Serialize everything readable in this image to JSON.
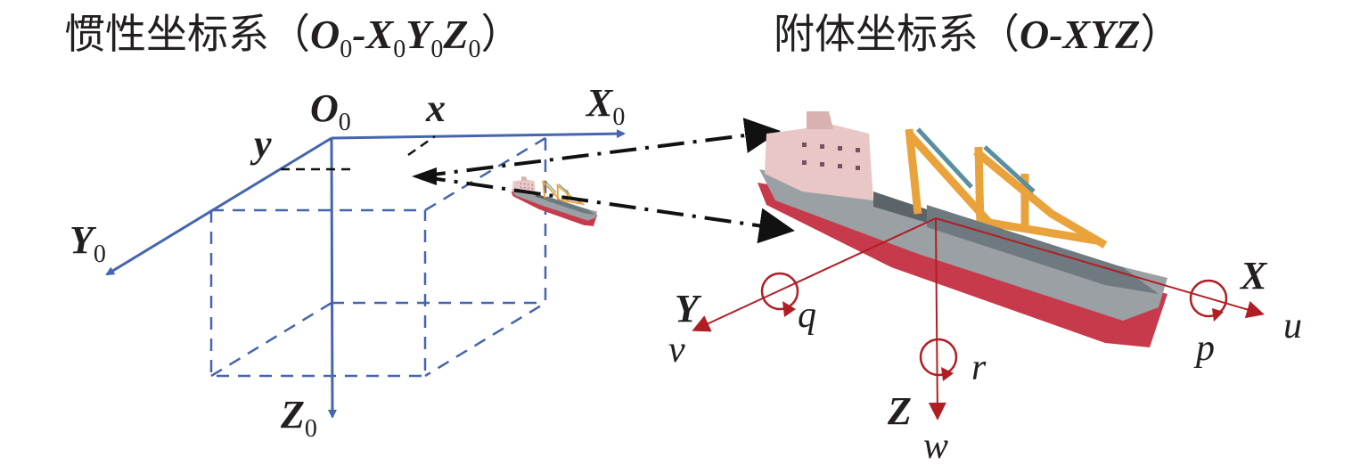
{
  "inertial_title": {
    "prefix": "惯性坐标系（",
    "O": "O",
    "O_sub": "0",
    "dash": "-",
    "X": "X",
    "X_sub": "0",
    "Y": "Y",
    "Y_sub": "0",
    "Z": "Z",
    "Z_sub": "0",
    "suffix": "）"
  },
  "body_title": {
    "prefix": "附体坐标系（",
    "axes": "O-XYZ",
    "suffix": "）"
  },
  "inertial_labels": {
    "origin": "O",
    "origin_sub": "0",
    "x_axis": "X",
    "x_sub": "0",
    "y_axis": "Y",
    "y_sub": "0",
    "z_axis": "Z",
    "z_sub": "0",
    "x_pos": "x",
    "y_pos": "y"
  },
  "body_labels": {
    "x_axis": "X",
    "y_axis": "Y",
    "z_axis": "Z",
    "u": "u",
    "v": "v",
    "w": "w",
    "p": "p",
    "q": "q",
    "r": "r"
  },
  "colors": {
    "inertial": "#4565ae",
    "body": "#b01e23",
    "text": "#231f20"
  }
}
